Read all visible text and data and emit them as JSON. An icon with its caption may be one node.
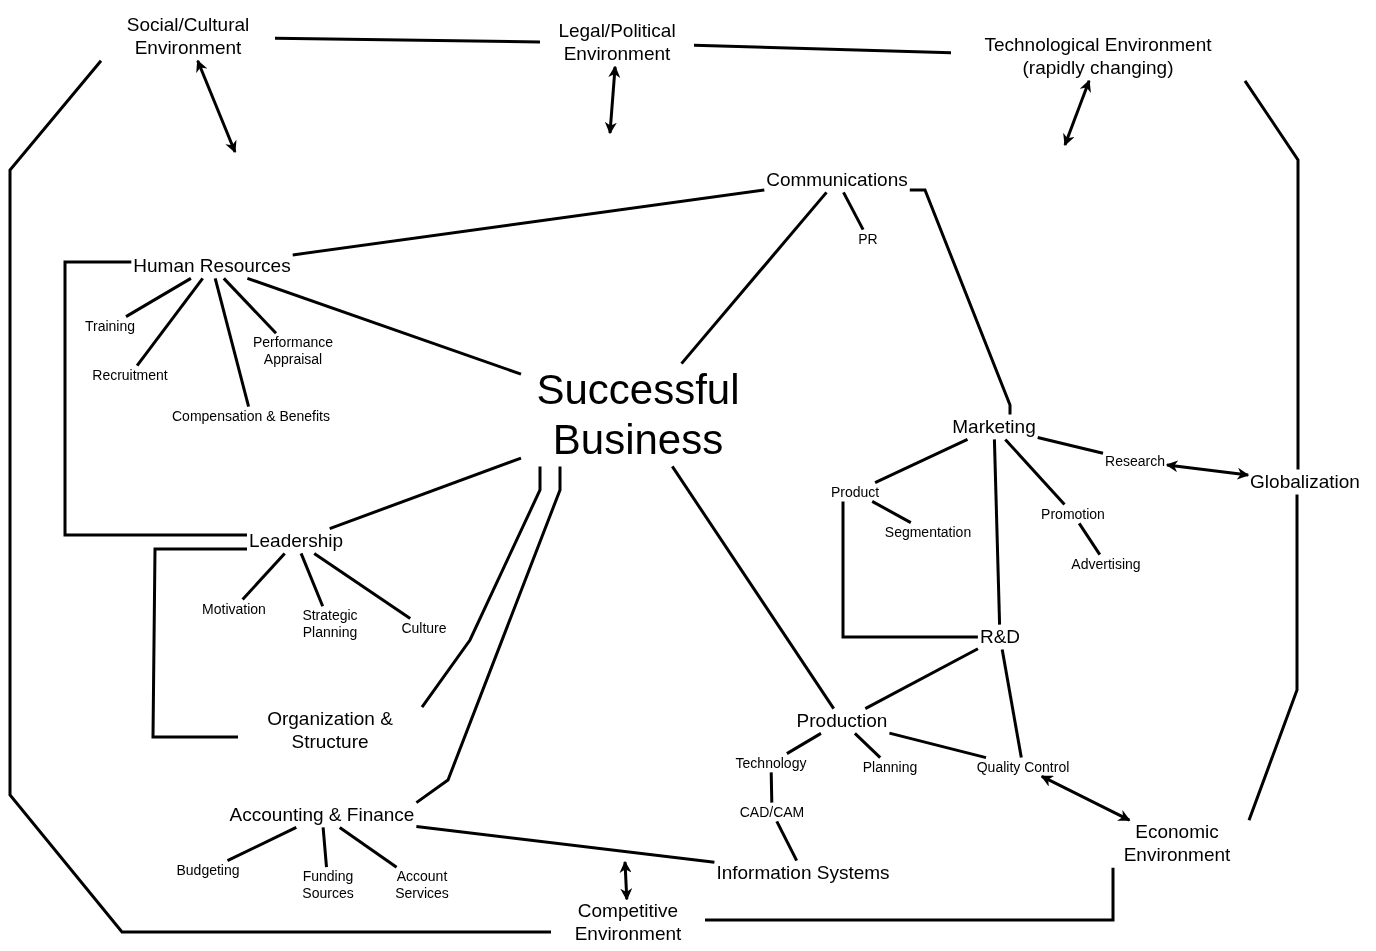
{
  "diagram": {
    "nodes": [
      {
        "text": [
          "Social/Cultural Environment"
        ]
      },
      {
        "text": [
          "Legal/Political Environment"
        ]
      },
      {
        "text": [
          "Technological Environment (rapidly changing)"
        ]
      },
      {
        "text": [
          "Communications"
        ]
      },
      {
        "text": [
          "PR"
        ]
      },
      {
        "text": [
          "Human Resources"
        ]
      },
      {
        "text": [
          "Training"
        ]
      },
      {
        "text": [
          "Recruitment"
        ]
      },
      {
        "text": [
          "Performance Appraisal"
        ]
      },
      {
        "text": [
          "Compensation & Benefits"
        ]
      },
      {
        "text": [
          "Successful Business"
        ]
      },
      {
        "text": [
          "Marketing"
        ]
      },
      {
        "text": [
          "Research"
        ]
      },
      {
        "text": [
          "Globalization"
        ]
      },
      {
        "text": [
          "Product"
        ]
      },
      {
        "text": [
          "Promotion"
        ]
      },
      {
        "text": [
          "Segmentation"
        ]
      },
      {
        "text": [
          "Advertising"
        ]
      },
      {
        "text": [
          "Leadership"
        ]
      },
      {
        "text": [
          "Motivation"
        ]
      },
      {
        "text": [
          "Strategic Planning"
        ]
      },
      {
        "text": [
          "Culture"
        ]
      },
      {
        "text": [
          "R&D"
        ]
      },
      {
        "text": [
          "Organization & Structure"
        ]
      },
      {
        "text": [
          "Production"
        ]
      },
      {
        "text": [
          "Technology"
        ]
      },
      {
        "text": [
          "Planning"
        ]
      },
      {
        "text": [
          "Quality Control"
        ]
      },
      {
        "text": [
          "Accounting & Finance"
        ]
      },
      {
        "text": [
          "CAD/CAM"
        ]
      },
      {
        "text": [
          "Budgeting"
        ]
      },
      {
        "text": [
          "Funding Sources"
        ]
      },
      {
        "text": [
          "Account Services"
        ]
      },
      {
        "text": [
          "Economic Environment"
        ]
      },
      {
        "text": [
          "Information Systems"
        ]
      },
      {
        "text": [
          "Competitive Environment"
        ]
      }
    ],
    "edges": [
      {
        "from": 0,
        "to": 1,
        "arrow": "none"
      },
      {
        "from": 1,
        "to": 2,
        "arrow": "none"
      },
      {
        "from": 2,
        "to": 13,
        "arrow": "none"
      },
      {
        "from": 13,
        "to": 33,
        "arrow": "none"
      },
      {
        "from": 33,
        "to": 35,
        "arrow": "none"
      },
      {
        "from": 35,
        "to": 0,
        "arrow": "none"
      },
      {
        "from": 0,
        "to": null,
        "arrow": "both"
      },
      {
        "from": 1,
        "to": null,
        "arrow": "both"
      },
      {
        "from": 2,
        "to": null,
        "arrow": "both"
      },
      {
        "from": 3,
        "to": 10,
        "arrow": "none"
      },
      {
        "from": 3,
        "to": 5,
        "arrow": "none"
      },
      {
        "from": 3,
        "to": 4,
        "arrow": "none"
      },
      {
        "from": 3,
        "to": 11,
        "arrow": "none"
      },
      {
        "from": 5,
        "to": 10,
        "arrow": "none"
      },
      {
        "from": 5,
        "to": 6,
        "arrow": "none"
      },
      {
        "from": 5,
        "to": 7,
        "arrow": "none"
      },
      {
        "from": 5,
        "to": 9,
        "arrow": "none"
      },
      {
        "from": 5,
        "to": 8,
        "arrow": "none"
      },
      {
        "from": 5,
        "to": 18,
        "arrow": "none"
      },
      {
        "from": 18,
        "to": 10,
        "arrow": "none"
      },
      {
        "from": 18,
        "to": 19,
        "arrow": "none"
      },
      {
        "from": 18,
        "to": 20,
        "arrow": "none"
      },
      {
        "from": 18,
        "to": 21,
        "arrow": "none"
      },
      {
        "from": 18,
        "to": 23,
        "arrow": "none"
      },
      {
        "from": 10,
        "to": 23,
        "arrow": "none"
      },
      {
        "from": 10,
        "to": 28,
        "arrow": "none"
      },
      {
        "from": 28,
        "to": 34,
        "arrow": "none"
      },
      {
        "from": 10,
        "to": 24,
        "arrow": "none"
      },
      {
        "from": 11,
        "to": 14,
        "arrow": "none"
      },
      {
        "from": 11,
        "to": 12,
        "arrow": "none"
      },
      {
        "from": 11,
        "to": 15,
        "arrow": "none"
      },
      {
        "from": 11,
        "to": 22,
        "arrow": "none"
      },
      {
        "from": 14,
        "to": 16,
        "arrow": "none"
      },
      {
        "from": 14,
        "to": 22,
        "arrow": "none"
      },
      {
        "from": 15,
        "to": 17,
        "arrow": "none"
      },
      {
        "from": 12,
        "to": 13,
        "arrow": "both"
      },
      {
        "from": 22,
        "to": 24,
        "arrow": "none"
      },
      {
        "from": 22,
        "to": 27,
        "arrow": "none"
      },
      {
        "from": 24,
        "to": 25,
        "arrow": "none"
      },
      {
        "from": 24,
        "to": 26,
        "arrow": "none"
      },
      {
        "from": 24,
        "to": 27,
        "arrow": "none"
      },
      {
        "from": 25,
        "to": 29,
        "arrow": "none"
      },
      {
        "from": 29,
        "to": 34,
        "arrow": "none"
      },
      {
        "from": 28,
        "to": 30,
        "arrow": "none"
      },
      {
        "from": 28,
        "to": 31,
        "arrow": "none"
      },
      {
        "from": 28,
        "to": 32,
        "arrow": "none"
      },
      {
        "from": 27,
        "to": 33,
        "arrow": "both"
      },
      {
        "from": 35,
        "to": null,
        "arrow": "both"
      }
    ]
  }
}
